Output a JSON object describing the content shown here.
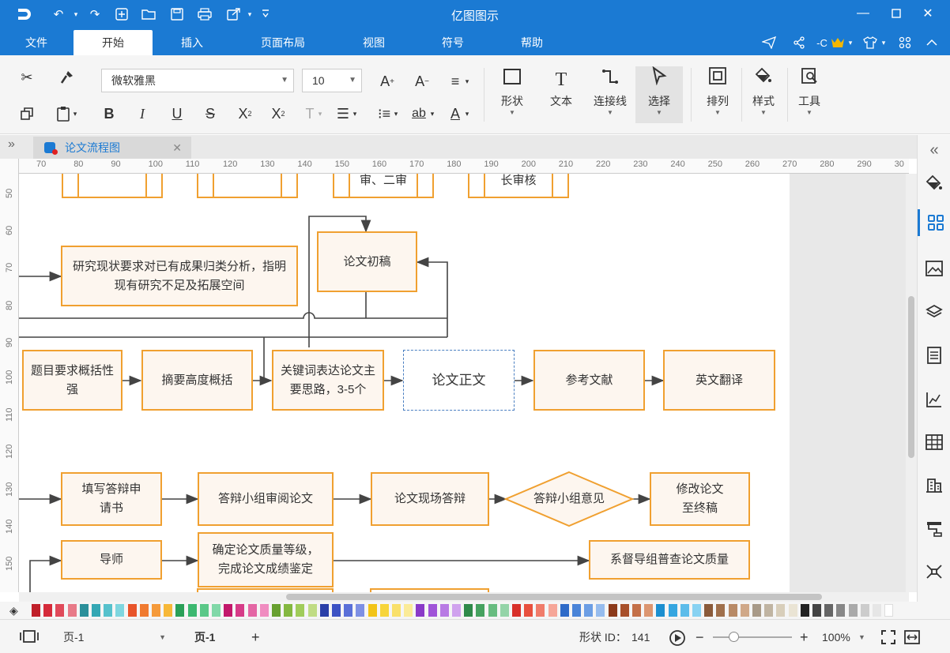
{
  "app": {
    "title": "亿图图示"
  },
  "quick_access": [
    "app-logo-icon",
    "undo-icon",
    "redo-icon",
    "new-icon",
    "open-icon",
    "save-icon",
    "print-icon",
    "export-icon",
    "more-icon"
  ],
  "menu": {
    "tabs": [
      "文件",
      "开始",
      "插入",
      "页面布局",
      "视图",
      "符号",
      "帮助"
    ],
    "active": "开始",
    "user_label": "-C"
  },
  "toolbar": {
    "font_name": "微软雅黑",
    "font_size": "10",
    "tools": [
      {
        "label": "形状",
        "icon": "rectangle-icon"
      },
      {
        "label": "文本",
        "icon": "text-tool-icon"
      },
      {
        "label": "连接线",
        "icon": "connector-icon"
      },
      {
        "label": "选择",
        "icon": "pointer-icon"
      },
      {
        "label": "排列",
        "icon": "arrange-icon"
      },
      {
        "label": "样式",
        "icon": "paint-bucket-icon"
      },
      {
        "label": "工具",
        "icon": "tools-icon"
      }
    ]
  },
  "document": {
    "tab_title": "论文流程图"
  },
  "ruler": {
    "h_ticks": [
      "70",
      "80",
      "90",
      "100",
      "110",
      "120",
      "130",
      "140",
      "150",
      "160",
      "170",
      "180",
      "190",
      "200",
      "210",
      "220",
      "230",
      "240",
      "250",
      "260",
      "270",
      "280",
      "290",
      "30"
    ],
    "v_ticks": [
      "50",
      "60",
      "70",
      "80",
      "90",
      "100",
      "110",
      "120",
      "130",
      "140",
      "150"
    ]
  },
  "diagram": {
    "top_partial": [
      "",
      "",
      "审、二审",
      "长审核"
    ],
    "nodes": {
      "draft": "论文初稿",
      "research": "研究现状要求对已有成果归类分析，指明现有研究不足及拓展空间",
      "title_req": "题目要求概括性强",
      "abstract": "摘要高度概括",
      "keywords": "关键词表达论文主要思路，3-5个",
      "body": "论文正文",
      "refs": "参考文献",
      "translation": "英文翻译",
      "apply_defense": "填写答辩申请书",
      "group_review": "答辩小组审阅论文",
      "onsite_defense": "论文现场答辩",
      "group_opinion": "答辩小组意见",
      "finalize": "修改论文至终稿",
      "advisor": "导师",
      "assess": "确定论文质量等级，完成论文成绩鉴定",
      "dept_check": "系督导组普查论文质量"
    }
  },
  "status": {
    "page_select": "页-1",
    "page_tab": "页-1",
    "shape_id_label": "形状 ID：",
    "shape_id": "141",
    "zoom": "100%"
  },
  "palette": [
    "#c0202a",
    "#d52b3a",
    "#e04a5a",
    "#e87a88",
    "#2a8f9a",
    "#34a7b4",
    "#56c1cc",
    "#7fd6df",
    "#e8542a",
    "#f07a30",
    "#f59a3a",
    "#f7b838",
    "#2aa058",
    "#3cb870",
    "#5ac888",
    "#80d8a8",
    "#c2186b",
    "#d63c88",
    "#e466a4",
    "#f08cc0",
    "#68a030",
    "#84b840",
    "#a0cc5a",
    "#c0dc84",
    "#2a3fa8",
    "#3c52c4",
    "#5a70d8",
    "#7e90e4",
    "#f2c417",
    "#f7d53a",
    "#f9e06a",
    "#fbeb98",
    "#8a3ac8",
    "#a054d8",
    "#b87ae4",
    "#d0a2ee",
    "#2f8a4a",
    "#46a260",
    "#68bc80",
    "#94d4a8",
    "#d8302a",
    "#e8503e",
    "#f07c6a",
    "#f6a698",
    "#2f6bc8",
    "#4a84d8",
    "#6c9ee4",
    "#96bcee",
    "#8c3a1a",
    "#a8502a",
    "#c47048",
    "#dc9670",
    "#1c8fd0",
    "#36a6e0",
    "#5cbcea",
    "#88d2f2",
    "#8a5a3a",
    "#a0704c",
    "#b88a66",
    "#d0a888",
    "#a89a88",
    "#c0b4a2",
    "#d8ceba",
    "#eae4d4",
    "#222222",
    "#444444",
    "#666666",
    "#888888",
    "#aaaaaa",
    "#cccccc",
    "#e6e6e6",
    "#ffffff"
  ]
}
